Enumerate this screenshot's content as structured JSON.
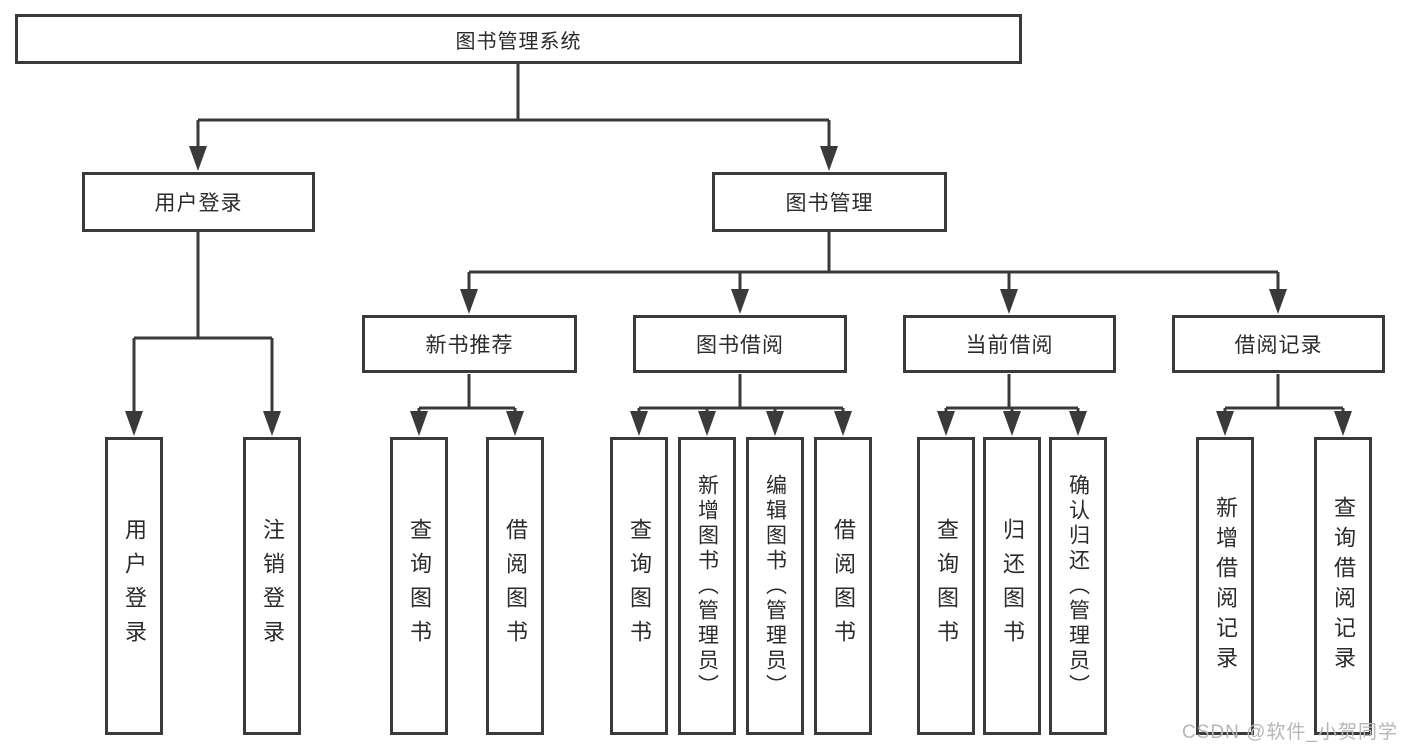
{
  "tree": {
    "root": {
      "label": "图书管理系统"
    },
    "children": [
      {
        "label": "用户登录",
        "children": [
          {
            "label": "用户登录"
          },
          {
            "label": "注销登录"
          }
        ]
      },
      {
        "label": "图书管理",
        "children": [
          {
            "label": "新书推荐",
            "children": [
              {
                "label": "查询图书"
              },
              {
                "label": "借阅图书"
              }
            ]
          },
          {
            "label": "图书借阅",
            "children": [
              {
                "label": "查询图书"
              },
              {
                "label": "新增图书（管理员）"
              },
              {
                "label": "编辑图书（管理员）"
              },
              {
                "label": "借阅图书"
              }
            ]
          },
          {
            "label": "当前借阅",
            "children": [
              {
                "label": "查询图书"
              },
              {
                "label": "归还图书"
              },
              {
                "label": "确认归还（管理员）"
              }
            ]
          },
          {
            "label": "借阅记录",
            "children": [
              {
                "label": "新增借阅记录"
              },
              {
                "label": "查询借阅记录"
              }
            ]
          }
        ]
      }
    ]
  },
  "watermark": "CSDN @软件_小贺同学",
  "colors": {
    "line": "#3a3a3a",
    "text": "#2b2b2b",
    "background": "#ffffff",
    "watermark": "#b6b6b6"
  }
}
